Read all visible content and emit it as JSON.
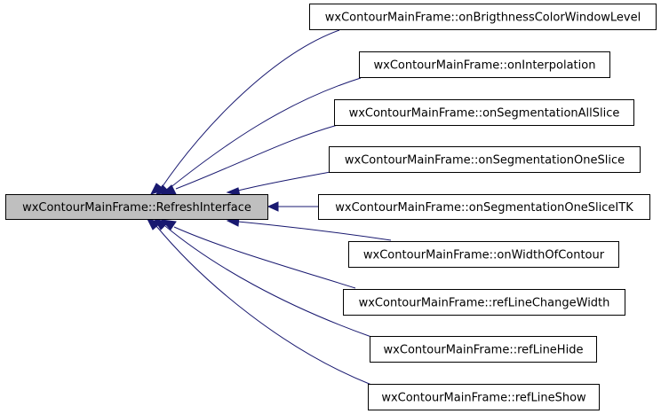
{
  "graph": {
    "focus_node": {
      "id": "refresh",
      "label": "wxContourMainFrame::RefreshInterface"
    },
    "caller_nodes": [
      {
        "id": "brightness",
        "label": "wxContourMainFrame::onBrigthnessColorWindowLevel"
      },
      {
        "id": "interpolation",
        "label": "wxContourMainFrame::onInterpolation"
      },
      {
        "id": "seg_all",
        "label": "wxContourMainFrame::onSegmentationAllSlice"
      },
      {
        "id": "seg_one",
        "label": "wxContourMainFrame::onSegmentationOneSlice"
      },
      {
        "id": "seg_one_itk",
        "label": "wxContourMainFrame::onSegmentationOneSliceITK"
      },
      {
        "id": "width_contour",
        "label": "wxContourMainFrame::onWidthOfContour"
      },
      {
        "id": "ref_change_width",
        "label": "wxContourMainFrame::refLineChangeWidth"
      },
      {
        "id": "ref_hide",
        "label": "wxContourMainFrame::refLineHide"
      },
      {
        "id": "ref_show",
        "label": "wxContourMainFrame::refLineShow"
      }
    ],
    "edges": [
      {
        "from": "brightness",
        "to": "refresh"
      },
      {
        "from": "interpolation",
        "to": "refresh"
      },
      {
        "from": "seg_all",
        "to": "refresh"
      },
      {
        "from": "seg_one",
        "to": "refresh"
      },
      {
        "from": "seg_one_itk",
        "to": "refresh"
      },
      {
        "from": "width_contour",
        "to": "refresh"
      },
      {
        "from": "ref_change_width",
        "to": "refresh"
      },
      {
        "from": "ref_hide",
        "to": "refresh"
      },
      {
        "from": "ref_show",
        "to": "refresh"
      }
    ],
    "colors": {
      "edge": "#191970",
      "focus_fill": "#bfbfbf",
      "node_fill": "#ffffff",
      "border": "#000000"
    }
  }
}
